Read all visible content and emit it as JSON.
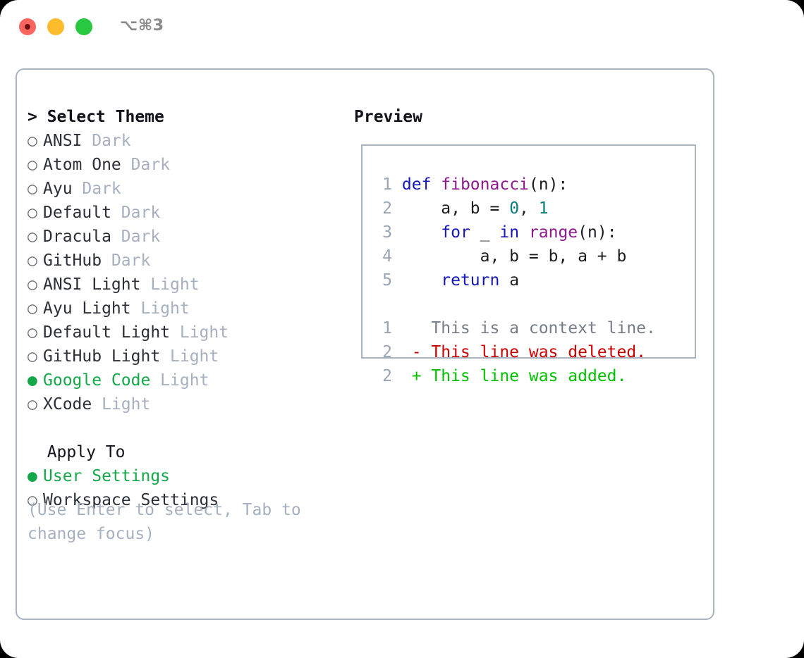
{
  "window": {
    "shortcut": "⌥⌘3",
    "traffic_lights": [
      {
        "name": "close",
        "color": "#f9655f"
      },
      {
        "name": "minimize",
        "color": "#fdbc2c"
      },
      {
        "name": "maximize",
        "color": "#28c840"
      }
    ]
  },
  "theme_section": {
    "prefix": "> ",
    "title": "Select Theme",
    "focused": true,
    "bullet_selected": "●",
    "bullet_unselected": "○",
    "items": [
      {
        "label": "ANSI",
        "tag": "Dark",
        "selected": false
      },
      {
        "label": "Atom One",
        "tag": "Dark",
        "selected": false
      },
      {
        "label": "Ayu",
        "tag": "Dark",
        "selected": false
      },
      {
        "label": "Default",
        "tag": "Dark",
        "selected": false
      },
      {
        "label": "Dracula",
        "tag": "Dark",
        "selected": false
      },
      {
        "label": "GitHub",
        "tag": "Dark",
        "selected": false
      },
      {
        "label": "ANSI Light",
        "tag": "Light",
        "selected": false
      },
      {
        "label": "Ayu Light",
        "tag": "Light",
        "selected": false
      },
      {
        "label": "Default Light",
        "tag": "Light",
        "selected": false
      },
      {
        "label": "GitHub Light",
        "tag": "Light",
        "selected": false
      },
      {
        "label": "Google Code",
        "tag": "Light",
        "selected": true
      },
      {
        "label": "XCode",
        "tag": "Light",
        "selected": false
      }
    ]
  },
  "apply_section": {
    "title": "Apply To",
    "focused": false,
    "items": [
      {
        "label": "User Settings",
        "selected": true
      },
      {
        "label": "Workspace Settings",
        "selected": false
      }
    ]
  },
  "hint": "(Use Enter to select, Tab to change focus)",
  "preview": {
    "title": "Preview",
    "code_lines": [
      {
        "num": "1",
        "tokens": [
          {
            "t": "def",
            "c": "kw"
          },
          {
            "t": " ",
            "c": "plain"
          },
          {
            "t": "fibonacci",
            "c": "fn"
          },
          {
            "t": "(n):",
            "c": "punc"
          }
        ]
      },
      {
        "num": "2",
        "tokens": [
          {
            "t": "    a, b = ",
            "c": "plain"
          },
          {
            "t": "0",
            "c": "num"
          },
          {
            "t": ", ",
            "c": "plain"
          },
          {
            "t": "1",
            "c": "num"
          }
        ]
      },
      {
        "num": "3",
        "tokens": [
          {
            "t": "    ",
            "c": "plain"
          },
          {
            "t": "for",
            "c": "kw"
          },
          {
            "t": " _ ",
            "c": "plain"
          },
          {
            "t": "in",
            "c": "kw"
          },
          {
            "t": " ",
            "c": "plain"
          },
          {
            "t": "range",
            "c": "fn"
          },
          {
            "t": "(n):",
            "c": "punc"
          }
        ]
      },
      {
        "num": "4",
        "tokens": [
          {
            "t": "        a, b = b, a + b",
            "c": "plain"
          }
        ]
      },
      {
        "num": "5",
        "tokens": [
          {
            "t": "    ",
            "c": "plain"
          },
          {
            "t": "return",
            "c": "kw"
          },
          {
            "t": " a",
            "c": "plain"
          }
        ]
      }
    ],
    "diff_lines": [
      {
        "num": "1",
        "marker": " ",
        "text": "This is a context line.",
        "kind": "d-ctx"
      },
      {
        "num": "2",
        "marker": "-",
        "text": "This line was deleted.",
        "kind": "d-del"
      },
      {
        "num": "2",
        "marker": "+",
        "text": "This line was added.",
        "kind": "d-add"
      }
    ]
  },
  "colors": {
    "accent_green": "#14a84a",
    "tag_gray": "#a6b0bf",
    "border": "#aab3c0",
    "line_number": "#9aa5b4",
    "keyword": "#1517b8",
    "function": "#8d1a8d",
    "number": "#0c7d7d",
    "diff_deleted": "#cc0000",
    "diff_added": "#00c000",
    "diff_context": "#777d86"
  }
}
